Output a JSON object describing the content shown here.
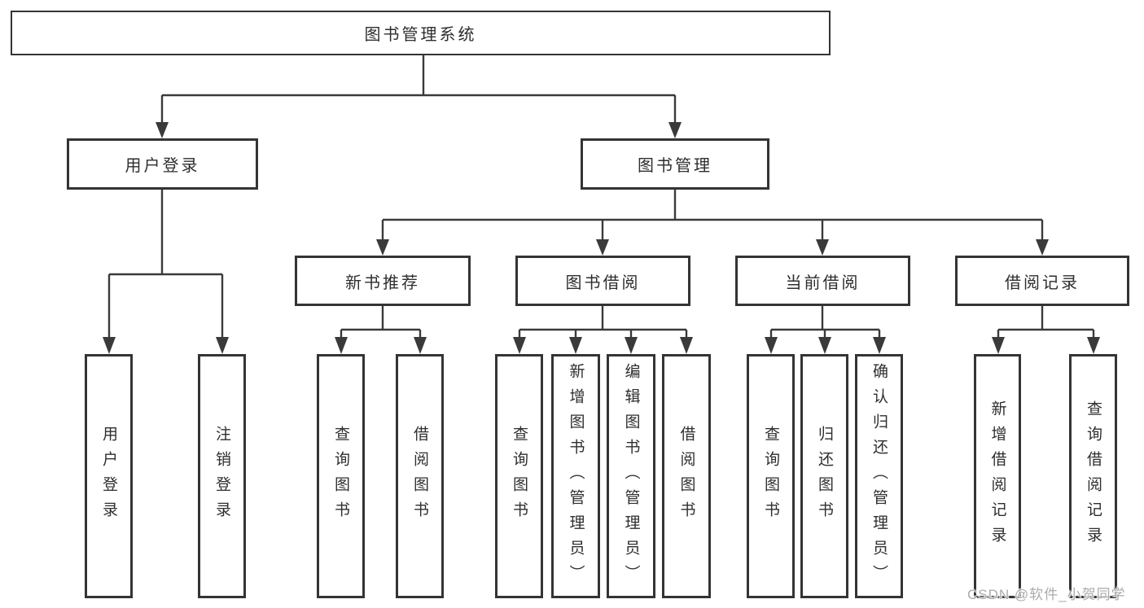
{
  "diagram": {
    "type": "tree",
    "root": {
      "label": "图书管理系统"
    },
    "branches": [
      {
        "label": "用户登录",
        "children": [
          {
            "label": "用户登录"
          },
          {
            "label": "注销登录"
          }
        ]
      },
      {
        "label": "图书管理",
        "children": [
          {
            "label": "新书推荐",
            "children": [
              {
                "label": "查询图书"
              },
              {
                "label": "借阅图书"
              }
            ]
          },
          {
            "label": "图书借阅",
            "children": [
              {
                "label": "查询图书"
              },
              {
                "label": "新增图书（管理员）"
              },
              {
                "label": "编辑图书（管理员）"
              },
              {
                "label": "借阅图书"
              }
            ]
          },
          {
            "label": "当前借阅",
            "children": [
              {
                "label": "查询图书"
              },
              {
                "label": "归还图书"
              },
              {
                "label": "确认归还（管理员）"
              }
            ]
          },
          {
            "label": "借阅记录",
            "children": [
              {
                "label": "新增借阅记录"
              },
              {
                "label": "查询借阅记录"
              }
            ]
          }
        ]
      }
    ]
  },
  "watermark": {
    "text": "CSDN @软件_小贺同学"
  },
  "colors": {
    "background": "#ffffff",
    "line": "#3a3a3a",
    "box_border": "#343434",
    "text": "#2e2e2e",
    "watermark": "#ababab"
  }
}
